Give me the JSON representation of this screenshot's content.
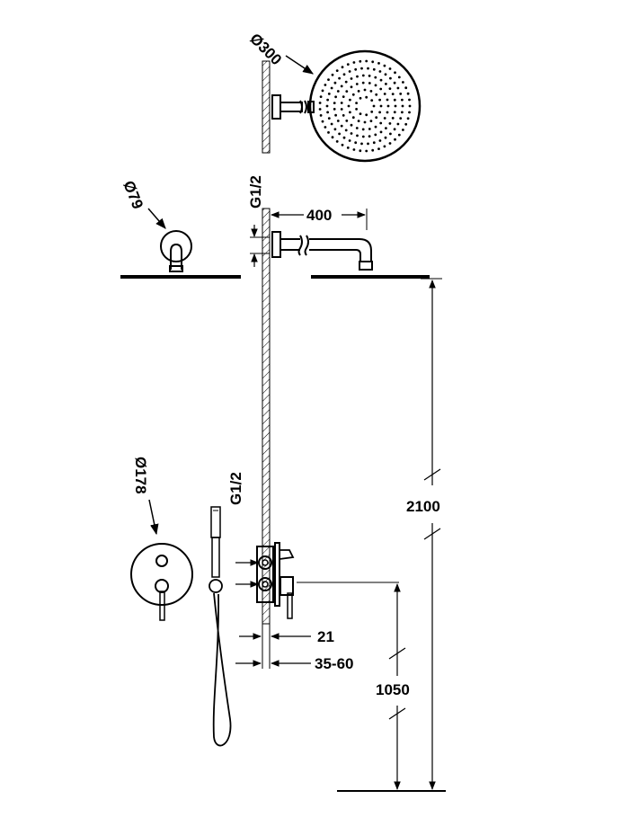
{
  "labels": {
    "head_diameter": "Ø300",
    "flange_diameter": "Ø79",
    "arm_thread": "G1/2",
    "arm_length": "400",
    "mixer_plate_diameter": "Ø178",
    "mixer_thread": "G1/2",
    "offset_small": "21",
    "recess_depth": "35-60",
    "head_height": "2100",
    "mixer_height": "1050"
  },
  "colors": {
    "ink": "#000000",
    "background": "#ffffff"
  }
}
